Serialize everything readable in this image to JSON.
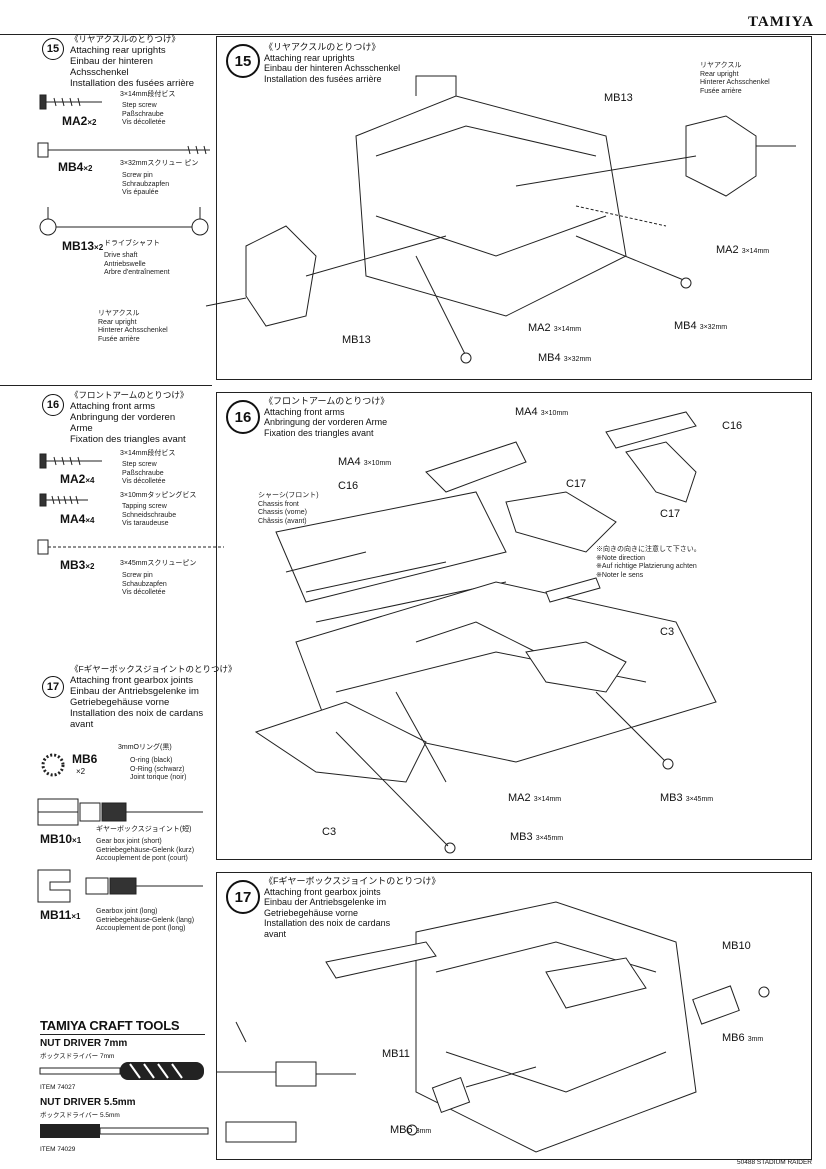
{
  "header": {
    "brand": "TAMIYA"
  },
  "sidebar": {
    "step15": {
      "number": "15",
      "title_jp": "《リヤアクスルのとりつけ》",
      "title_lines": [
        "Attaching rear uprights",
        "Einbau der hinteren",
        "Achsschenkel",
        "Installation des fusées arrière"
      ],
      "parts": [
        {
          "code": "MA2",
          "qty": "×2",
          "size": "3×14mm段付ビス",
          "desc": [
            "Step screw",
            "Paßschraube",
            "Vis décolletée"
          ]
        },
        {
          "code": "MB4",
          "qty": "×2",
          "size": "3×32mmスクリュー ピン",
          "desc": [
            "Screw pin",
            "Schraubzapfen",
            "Vis épaulée"
          ]
        },
        {
          "code": "MB13",
          "qty": "×2",
          "size": "ドライブシャフト",
          "desc": [
            "Drive shaft",
            "Antriebswelle",
            "Arbre d'entraînement"
          ]
        }
      ]
    },
    "step16": {
      "number": "16",
      "title_jp": "《フロントアームのとりつけ》",
      "title_lines": [
        "Attaching front arms",
        "Anbringung der vorderen",
        "Arme",
        "Fixation des triangles avant"
      ],
      "parts": [
        {
          "code": "MA2",
          "qty": "×4",
          "size": "3×14mm段付ビス",
          "desc": [
            "Step screw",
            "Paßschraube",
            "Vis décolletée"
          ]
        },
        {
          "code": "MA4",
          "qty": "×4",
          "size": "3×10mmタッピングビス",
          "desc": [
            "Tapping screw",
            "Schneidschraube",
            "Vis taraudeuse"
          ]
        },
        {
          "code": "MB3",
          "qty": "×2",
          "size": "3×45mmスクリューピン",
          "desc": [
            "Screw pin",
            "Schaubzapfen",
            "Vis décolletée"
          ]
        }
      ]
    },
    "step17": {
      "number": "17",
      "title_jp": "《Fギヤーボックスジョイントのとりつけ》",
      "title_lines": [
        "Attaching front gearbox joints",
        "Einbau der Antriebsgelenke im",
        "Getriebegehäuse vorne",
        "Installation des noix de cardans",
        "avant"
      ],
      "parts": [
        {
          "code": "MB6",
          "qty": "×2",
          "size": "3mmOリング(黒)",
          "desc": [
            "O-ring (black)",
            "O-Ring (schwarz)",
            "Joint torique (noir)"
          ]
        },
        {
          "code": "MB10",
          "qty": "×1",
          "size": "ギヤーボックスジョイント(短)",
          "desc": [
            "Gear box joint (short)",
            "Getriebegehäuse-Gelenk (kurz)",
            "Accouplement de pont (court)"
          ]
        },
        {
          "code": "MB11",
          "qty": "×1",
          "size": "ギヤーボックスジョイント(長)",
          "desc": [
            "Gearbox joint (long)",
            "Getriebegehäuse-Gelenk (lang)",
            "Accouplement de pont (long)"
          ]
        }
      ]
    },
    "tools": {
      "title": "TAMIYA CRAFT TOOLS",
      "items": [
        {
          "name": "NUT DRIVER 7mm",
          "sub": "ボックスドライバー 7mm",
          "code": "ITEM 74027"
        },
        {
          "name": "NUT DRIVER 5.5mm",
          "sub": "ボックスドライバー 5.5mm",
          "code": "ITEM 74029"
        }
      ]
    }
  },
  "panels": {
    "p15": {
      "number": "15",
      "title_jp": "《リヤアクスルのとりつけ》",
      "title_lines": [
        "Attaching rear uprights",
        "Einbau der hinteren Achsschenkel",
        "Installation des fusées arrière"
      ],
      "upright_label": {
        "jp": "リヤアクスル",
        "lines": [
          "Rear upright",
          "Hinterer Achsschenkel",
          "Fusée arrière"
        ]
      },
      "upright_label_left": {
        "jp": "リヤアクスル",
        "lines": [
          "Rear upright",
          "Hinterer Achsschenkel",
          "Fusée arrière"
        ]
      },
      "callouts": [
        {
          "code": "MB13",
          "size": ""
        },
        {
          "code": "MA2",
          "size": "3×14mm"
        },
        {
          "code": "MA2",
          "size": "3×14mm"
        },
        {
          "code": "MB4",
          "size": "3×32mm"
        },
        {
          "code": "MB13",
          "size": ""
        },
        {
          "code": "MB4",
          "size": "3×32mm"
        }
      ]
    },
    "p16": {
      "number": "16",
      "title_jp": "《フロントアームのとりつけ》",
      "title_lines": [
        "Attaching front arms",
        "Anbringung der vorderen Arme",
        "Fixation des triangles avant"
      ],
      "chassis_label": {
        "jp": "シャーシ(フロント)",
        "lines": [
          "Chassis front",
          "Chassis (vorne)",
          "Châssis (avant)"
        ]
      },
      "note": {
        "jp": "※向きの向きに注意して下さい。",
        "lines": [
          "※Note direction",
          "※Auf richtige Platzierung achten",
          "※Noter le sens"
        ]
      },
      "callouts": [
        {
          "code": "MA4",
          "size": "3×10mm"
        },
        {
          "code": "C16",
          "size": ""
        },
        {
          "code": "MA4",
          "size": "3×10mm"
        },
        {
          "code": "C16",
          "size": ""
        },
        {
          "code": "C17",
          "size": ""
        },
        {
          "code": "C17",
          "size": ""
        },
        {
          "code": "C3",
          "size": ""
        },
        {
          "code": "MA2",
          "size": "3×14mm"
        },
        {
          "code": "MB3",
          "size": "3×45mm"
        },
        {
          "code": "C3",
          "size": ""
        },
        {
          "code": "MB3",
          "size": "3×45mm"
        }
      ]
    },
    "p17": {
      "number": "17",
      "title_jp": "《Fギヤーボックスジョイントのとりつけ》",
      "title_lines": [
        "Attaching front gearbox joints",
        "Einbau der Antriebsgelenke im",
        "Getriebegehäuse vorne",
        "Installation des noix de cardans",
        "avant"
      ],
      "callouts": [
        {
          "code": "MB10",
          "size": ""
        },
        {
          "code": "MB6",
          "size": "3mm"
        },
        {
          "code": "MB11",
          "size": ""
        },
        {
          "code": "MB6",
          "size": "3mm"
        }
      ]
    }
  },
  "footer": {
    "code": "50488 STADIUM RAIDER"
  }
}
